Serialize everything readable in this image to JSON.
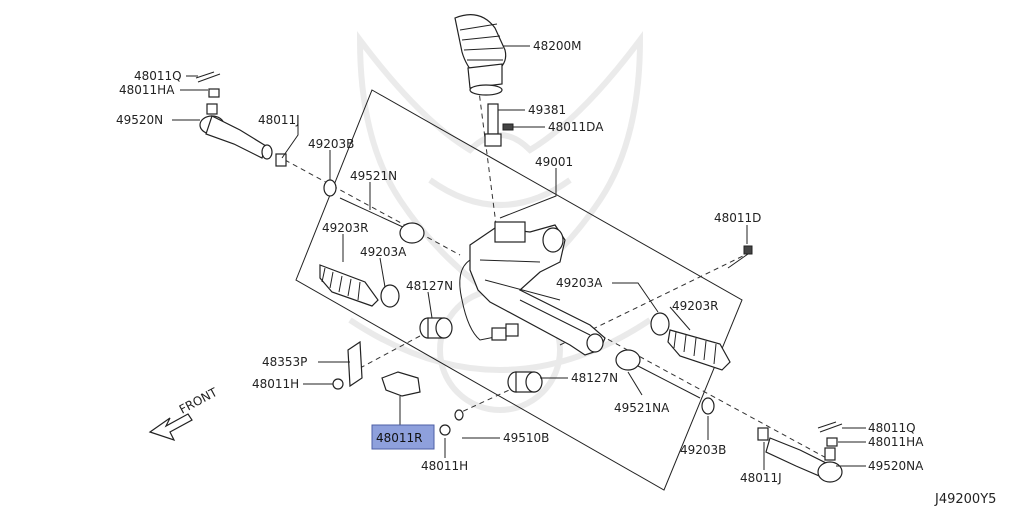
{
  "diagram_id": "J49200Y5",
  "direction_label": "FRONT",
  "highlight_color": "#8ea0dc",
  "parts": {
    "p48200M": "48200M",
    "p49381": "49381",
    "p48011DA": "48011DA",
    "p49001": "49001",
    "p48011Q_left": "48011Q",
    "p48011HA_left": "48011HA",
    "p49520N": "49520N",
    "p48011J_left": "48011J",
    "p49203B_left": "49203B",
    "p49521N": "49521N",
    "p49203R_left": "49203R",
    "p49203A_left": "49203A",
    "p48127N_upper": "48127N",
    "p48353P": "48353P",
    "p48011H_left": "48011H",
    "p48011R": "48011R",
    "p48011H_bottom": "48011H",
    "p49510B": "49510B",
    "p48127N_lower": "48127N",
    "p48011D": "48011D",
    "p49203A_right": "49203A",
    "p49203R_right": "49203R",
    "p49521NA": "49521NA",
    "p49203B_right": "49203B",
    "p48011J_right": "48011J",
    "p48011Q_right": "48011Q",
    "p48011HA_right": "48011HA",
    "p49520NA": "49520NA"
  }
}
